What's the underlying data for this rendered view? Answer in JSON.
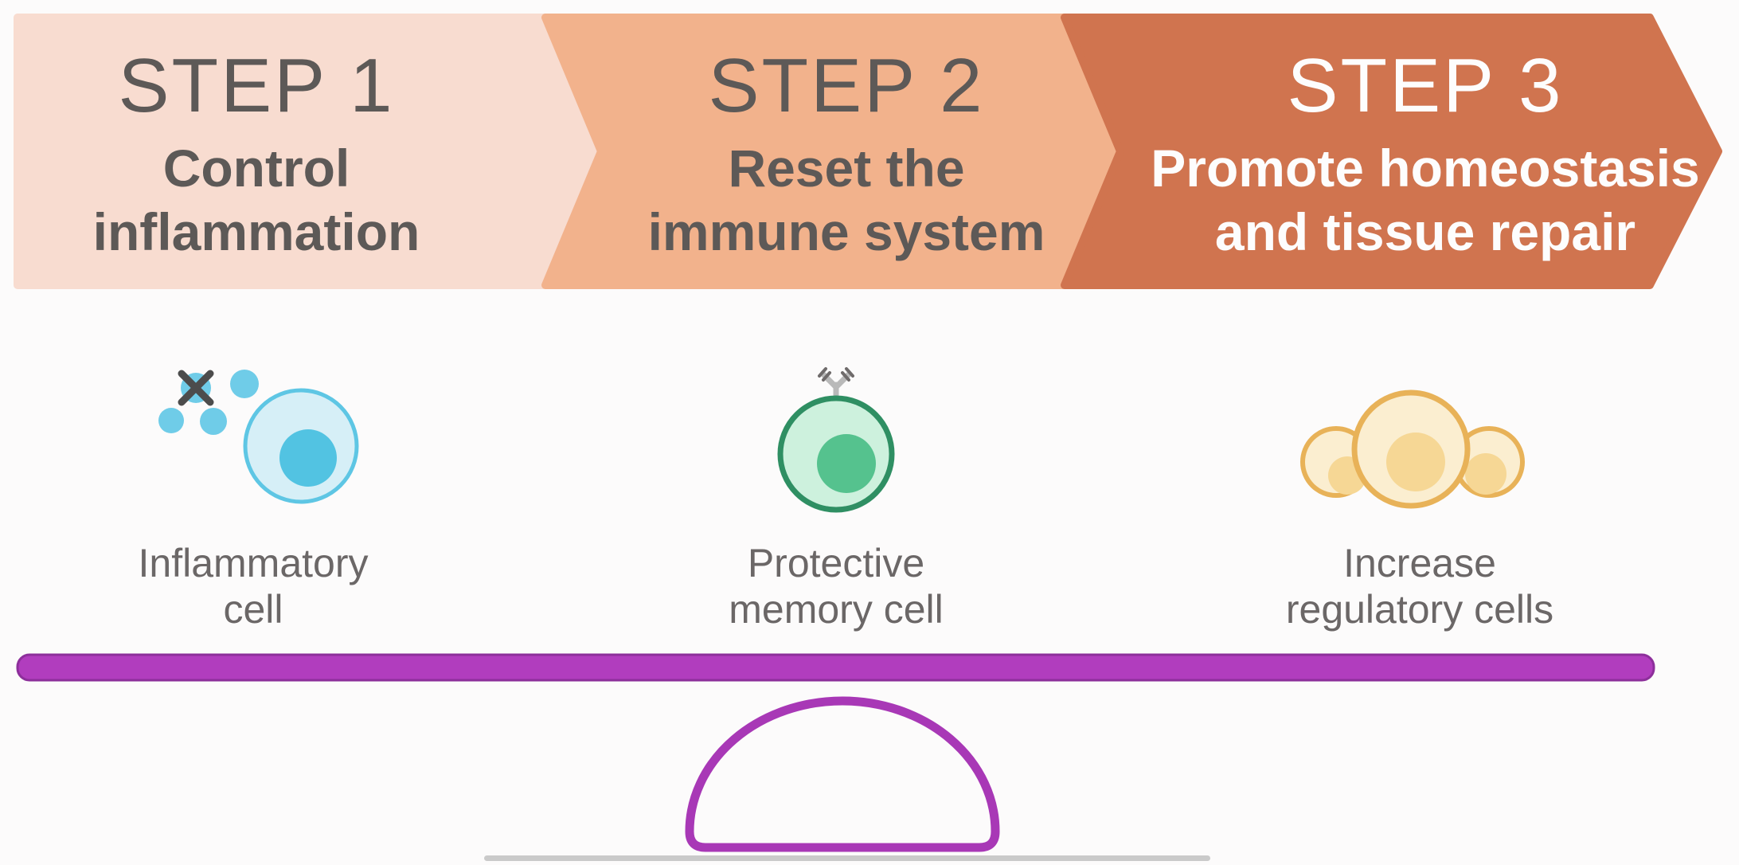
{
  "background": "#fcfbfb",
  "banner": {
    "steps": [
      {
        "title": "STEP 1",
        "subtitle_line1": "Control",
        "subtitle_line2": "inflammation",
        "bg": "#f8dcd0",
        "text_color": "#5d5957"
      },
      {
        "title": "STEP 2",
        "subtitle_line1": "Reset the",
        "subtitle_line2": "immune system",
        "bg": "#f2b28c",
        "text_color": "#5d5957"
      },
      {
        "title": "STEP 3",
        "subtitle_line1": "Promote homeostasis",
        "subtitle_line2": "and tissue repair",
        "bg": "#d0744f",
        "text_color": "#fdfdfd"
      }
    ]
  },
  "cells": [
    {
      "label_line1": "Inflammatory",
      "label_line2": "cell"
    },
    {
      "label_line1": "Protective",
      "label_line2": "memory cell"
    },
    {
      "label_line1": "Increase",
      "label_line2": "regulatory cells"
    }
  ],
  "label_color": "#6b6767",
  "palette": {
    "blue_cell_fill": "#d6eff7",
    "blue_cell_stroke": "#5ec6e4",
    "blue_nucleus": "#52c3e2",
    "blue_dot": "#6fcce8",
    "x_mark": "#4c4c4c",
    "green_cell_fill": "#cdf1dd",
    "green_cell_stroke": "#2f8f63",
    "green_nucleus": "#55c28e",
    "antibody_gray": "#b9b9b9",
    "antibody_dark": "#6f6b6b",
    "yellow_cell_fill": "#fbeed0",
    "yellow_cell_stroke": "#e8b258",
    "yellow_nucleus": "#f6d795",
    "beam_purple": "#b13dbe",
    "beam_edge": "#8d2f9b",
    "fulcrum_purple": "#a838b6",
    "ground_gray": "#cacaca"
  }
}
